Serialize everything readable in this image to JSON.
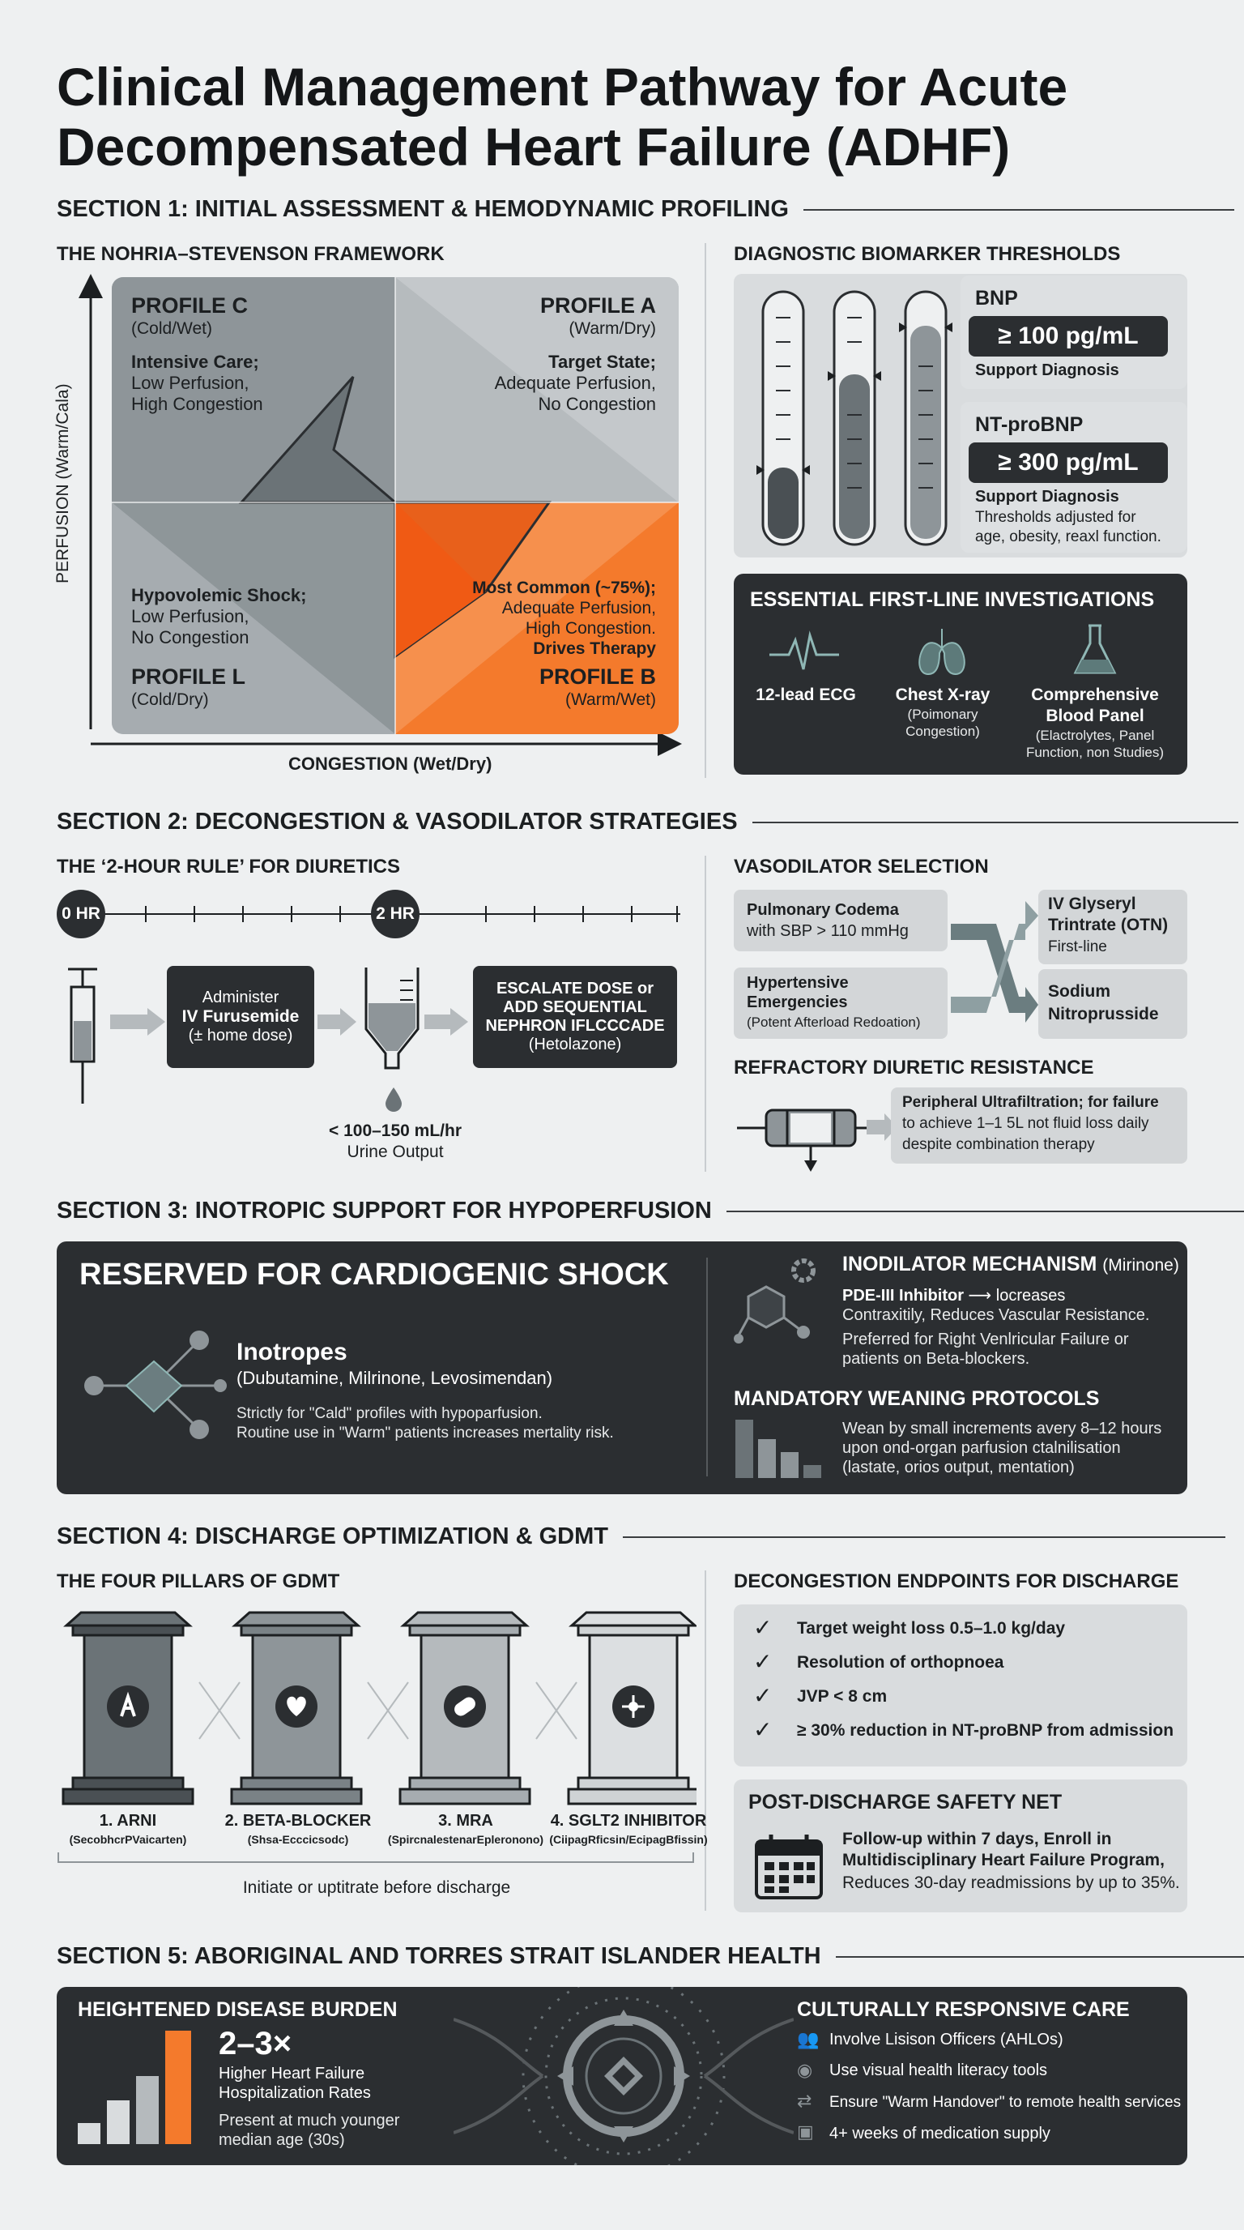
{
  "title_line1": "Clinical Management Pathway for Acute",
  "title_line2": "Decompensated Heart Failure (ADHF)",
  "s1": {
    "heading": "SECTION 1: INITIAL ASSESSMENT & HEMODYNAMIC PROFILING",
    "framework_title": "THE NOHRIA–STEVENSON FRAMEWORK",
    "y_axis": "PERFUSION (Warm/Cala)",
    "x_axis": "CONGESTION (Wet/Dry)",
    "profile_c": {
      "name": "PROFILE C",
      "sub": "(Cold/Wet)",
      "desc1": "Intensive Care;",
      "desc2": "Low Perfusion,",
      "desc3": "High Congestion"
    },
    "profile_a": {
      "name": "PROFILE A",
      "sub": "(Warm/Dry)",
      "desc1": "Target State;",
      "desc2": "Adequate Perfusion,",
      "desc3": "No Congestion"
    },
    "profile_l": {
      "name": "PROFILE L",
      "sub": "(Cold/Dry)",
      "desc1": "Hypovolemic Shock;",
      "desc2": "Low Perfusion,",
      "desc3": "No Congestion"
    },
    "profile_b": {
      "name": "PROFILE B",
      "sub": "(Warm/Wet)",
      "desc1": "Most Common (~75%);",
      "desc2": "Adequate Perfusion,",
      "desc3": "High Congestion.",
      "desc4": "Drives Therapy"
    },
    "biomarker_title": "DIAGNOSTIC BIOMARKER THRESHOLDS",
    "bnp": {
      "name": "BNP",
      "value": "≥ 100 pg/mL",
      "note": "Support Diagnosis"
    },
    "ntprobnp": {
      "name": "NT-proBNP",
      "value": "≥ 300 pg/mL",
      "note": "Support Diagnosis",
      "note2": "Thresholds adjusted for",
      "note3": "age, obesity, reaxl function."
    },
    "investigations_title": "ESSENTIAL FIRST-LINE INVESTIGATIONS",
    "inv1": {
      "name": "12-lead ECG"
    },
    "inv2": {
      "name": "Chest X-ray",
      "sub1": "(Poimonary",
      "sub2": "Congestion)"
    },
    "inv3": {
      "name1": "Comprehensive",
      "name2": "Blood Panel",
      "sub1": "(Elactrolytes, Panel",
      "sub2": "Function, non Studies)"
    }
  },
  "s2": {
    "heading": "SECTION 2: DECONGESTION & VASODILATOR STRATEGIES",
    "rule_title": "THE ‘2-HOUR RULE’ FOR DIURETICS",
    "t0": "0 HR",
    "t2": "2 HR",
    "administer1": "Administer",
    "administer2": "IV Furusemide",
    "administer3": "(± home dose)",
    "escalate1": "ESCALATE DOSE or",
    "escalate2": "ADD SEQUENTIAL",
    "escalate3": "NEPHRON IFLCCCADE",
    "escalate4": "(Hetolazone)",
    "urine1": "< 100–150 mL/hr",
    "urine2": "Urine Output",
    "vaso_title": "VASODILATOR SELECTION",
    "vaso_in1a": "Pulmonary Codema",
    "vaso_in1b": "with SBP > 110 mmHg",
    "vaso_in2a": "Hypertensive",
    "vaso_in2b": "Emergencies",
    "vaso_in2c": "(Potent Afterload Redoation)",
    "vaso_out1a": "IV Glyseryl",
    "vaso_out1b": "Trintrate (OTN)",
    "vaso_out1c": "First-line",
    "vaso_out2a": "Sodium",
    "vaso_out2b": "Nitroprusside",
    "refractory_title": "REFRACTORY DIURETIC RESISTANCE",
    "refractory1": "Peripheral Ultrafiltration; for failure",
    "refractory2": "to achieve 1–1 5L not fluid loss daily",
    "refractory3": "despite combination therapy"
  },
  "s3": {
    "heading": "SECTION 3: INOTROPIC SUPPORT FOR HYPOPERFUSION",
    "reserved": "RESERVED FOR CARDIOGENIC SHOCK",
    "inotropes": "Inotropes",
    "inotropes_list": "(Dubutamine, Milrinone, Levosimendan)",
    "strict1": "Strictly for \"Cald\" profiles with hypoparfusion.",
    "strict2": "Routine use in \"Warm\" patients increases mertality risk.",
    "inodilator_title": "INODILATOR MECHANISM",
    "inodilator_sub": "(Mirinone)",
    "ino1a": "PDE-III Inhibitor",
    "ino1b": "locreases",
    "ino2": "Contraxitily, Reduces Vascular Resistance.",
    "ino3": "Preferred for Right Venlricular Failure or",
    "ino4": "patients on Beta-blockers.",
    "weaning_title": "MANDATORY WEANING PROTOCOLS",
    "wean1": "Wean by small increments avery 8–12 hours",
    "wean2": "upon ond-organ parfusion ctalnilisation",
    "wean3": "(lastate, orios output, mentation)"
  },
  "s4": {
    "heading": "SECTION 4: DISCHARGE OPTIMIZATION & GDMT",
    "pillars_title": "THE FOUR PILLARS OF GDMT",
    "pillars": [
      {
        "name": "1. ARNI",
        "sub": "(SecobhcrPVaicarten)"
      },
      {
        "name": "2. BETA-BLOCKER",
        "sub": "(Shsa-Ecccicsodc)"
      },
      {
        "name": "3. MRA",
        "sub": "(SpircnalestenarEpleronono)"
      },
      {
        "name": "4. SGLT2 INHIBITOR",
        "sub": "(CiipagRficsin/EcipagBfissin)"
      }
    ],
    "pillars_note": "Initiate or uptitrate before discharge",
    "endpoints_title": "DECONGESTION ENDPOINTS FOR DISCHARGE",
    "endpoints": [
      "Target weight loss 0.5–1.0 kg/day",
      "Resolution of orthopnoea",
      "JVP < 8 cm",
      "≥ 30% reduction in NT-proBNP from admission"
    ],
    "safety_title": "POST-DISCHARGE SAFETY NET",
    "safety1": "Follow-up within 7 days, Enroll in",
    "safety2": "Multidisciplinary Heart Failure Program,",
    "safety3": "Reduces 30-day readmissions by up to 35%."
  },
  "s5": {
    "heading": "SECTION 5: ABORIGINAL AND TORRES STRAIT ISLANDER HEALTH",
    "burden_title": "HEIGHTENED DISEASE BURDEN",
    "burden_value": "2–3×",
    "burden1": "Higher Heart Failure",
    "burden2": "Hospitalization Rates",
    "burden3": "Present at much younger",
    "burden4": "median age (30s)",
    "care_title": "CULTURALLY RESPONSIVE CARE",
    "care": [
      "Involve Lisison Officers (AHLOs)",
      "Use visual health literacy tools",
      "Ensure \"Warm Handover\" to remote health services",
      "4+ weeks of medication supply"
    ]
  },
  "colors": {
    "orange": "#f47a2c",
    "dark": "#2b2e31",
    "light": "#d9dcde"
  }
}
